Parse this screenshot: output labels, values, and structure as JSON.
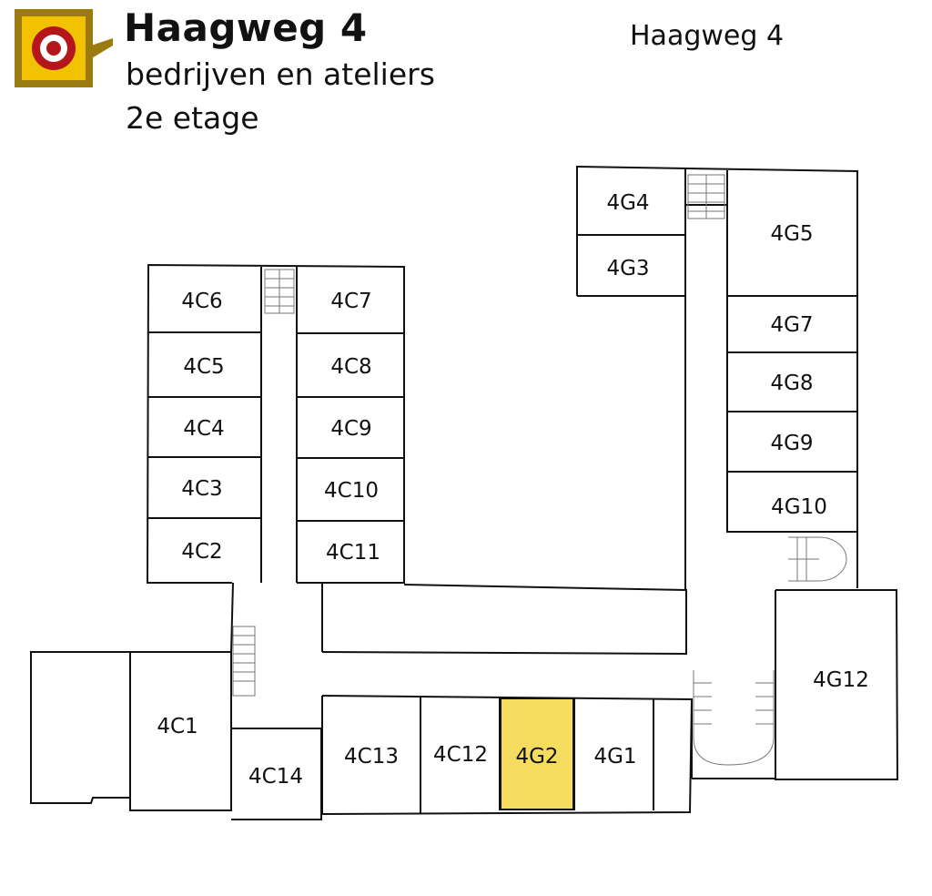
{
  "header": {
    "title": "Haagweg 4",
    "subtitle_1": "bedrijven en ateliers",
    "subtitle_2": "2e etage",
    "right_label": "Haagweg 4"
  },
  "colors": {
    "highlight": "#f4dc5f",
    "logo_gold": "#f2c100",
    "logo_dark_gold": "#9b7a10",
    "logo_red": "#b5161c",
    "wall": "#111111"
  },
  "icons": [
    "logo-icon",
    "staircase-icon"
  ],
  "rooms": {
    "4C1": "4C1",
    "4C2": "4C2",
    "4C3": "4C3",
    "4C4": "4C4",
    "4C5": "4C5",
    "4C6": "4C6",
    "4C7": "4C7",
    "4C8": "4C8",
    "4C9": "4C9",
    "4C10": "4C10",
    "4C11": "4C11",
    "4C12": "4C12",
    "4C13": "4C13",
    "4C14": "4C14",
    "4G1": "4G1",
    "4G2": "4G2",
    "4G3": "4G3",
    "4G4": "4G4",
    "4G5": "4G5",
    "4G7": "4G7",
    "4G8": "4G8",
    "4G9": "4G9",
    "4G10": "4G10",
    "4G12": "4G12"
  },
  "highlighted_room": "4G2"
}
